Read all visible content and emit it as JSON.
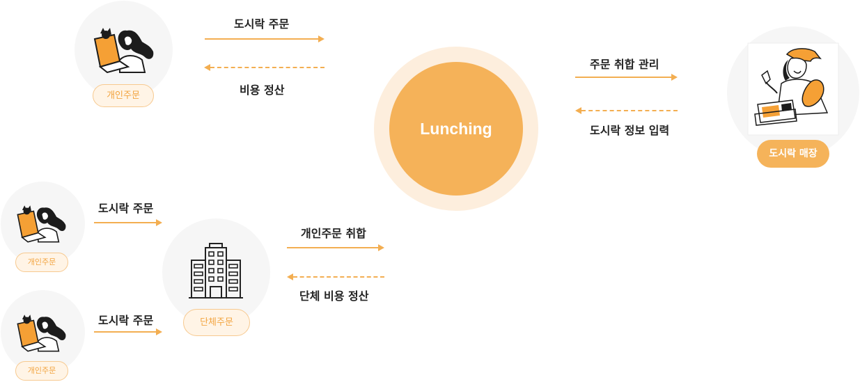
{
  "hub": {
    "label": "Lunching"
  },
  "nodes": {
    "individual_top": "개인주문",
    "individual_mid": "개인주문",
    "individual_bottom": "개인주문",
    "group": "단체주문",
    "store": "도시락 매장"
  },
  "edges": {
    "order_top": "도시락 주문",
    "payment_top": "비용 정산",
    "order_manage": "주문 취합 관리",
    "lunch_info": "도시락 정보 입력",
    "order_mid": "도시락 주문",
    "order_bottom": "도시락 주문",
    "individual_collect": "개인주문 취합",
    "group_payment": "단체 비용 정산"
  },
  "colors": {
    "accent": "#f5b259",
    "accent_light": "#fdeedd",
    "node_bg": "#f6f6f6"
  }
}
